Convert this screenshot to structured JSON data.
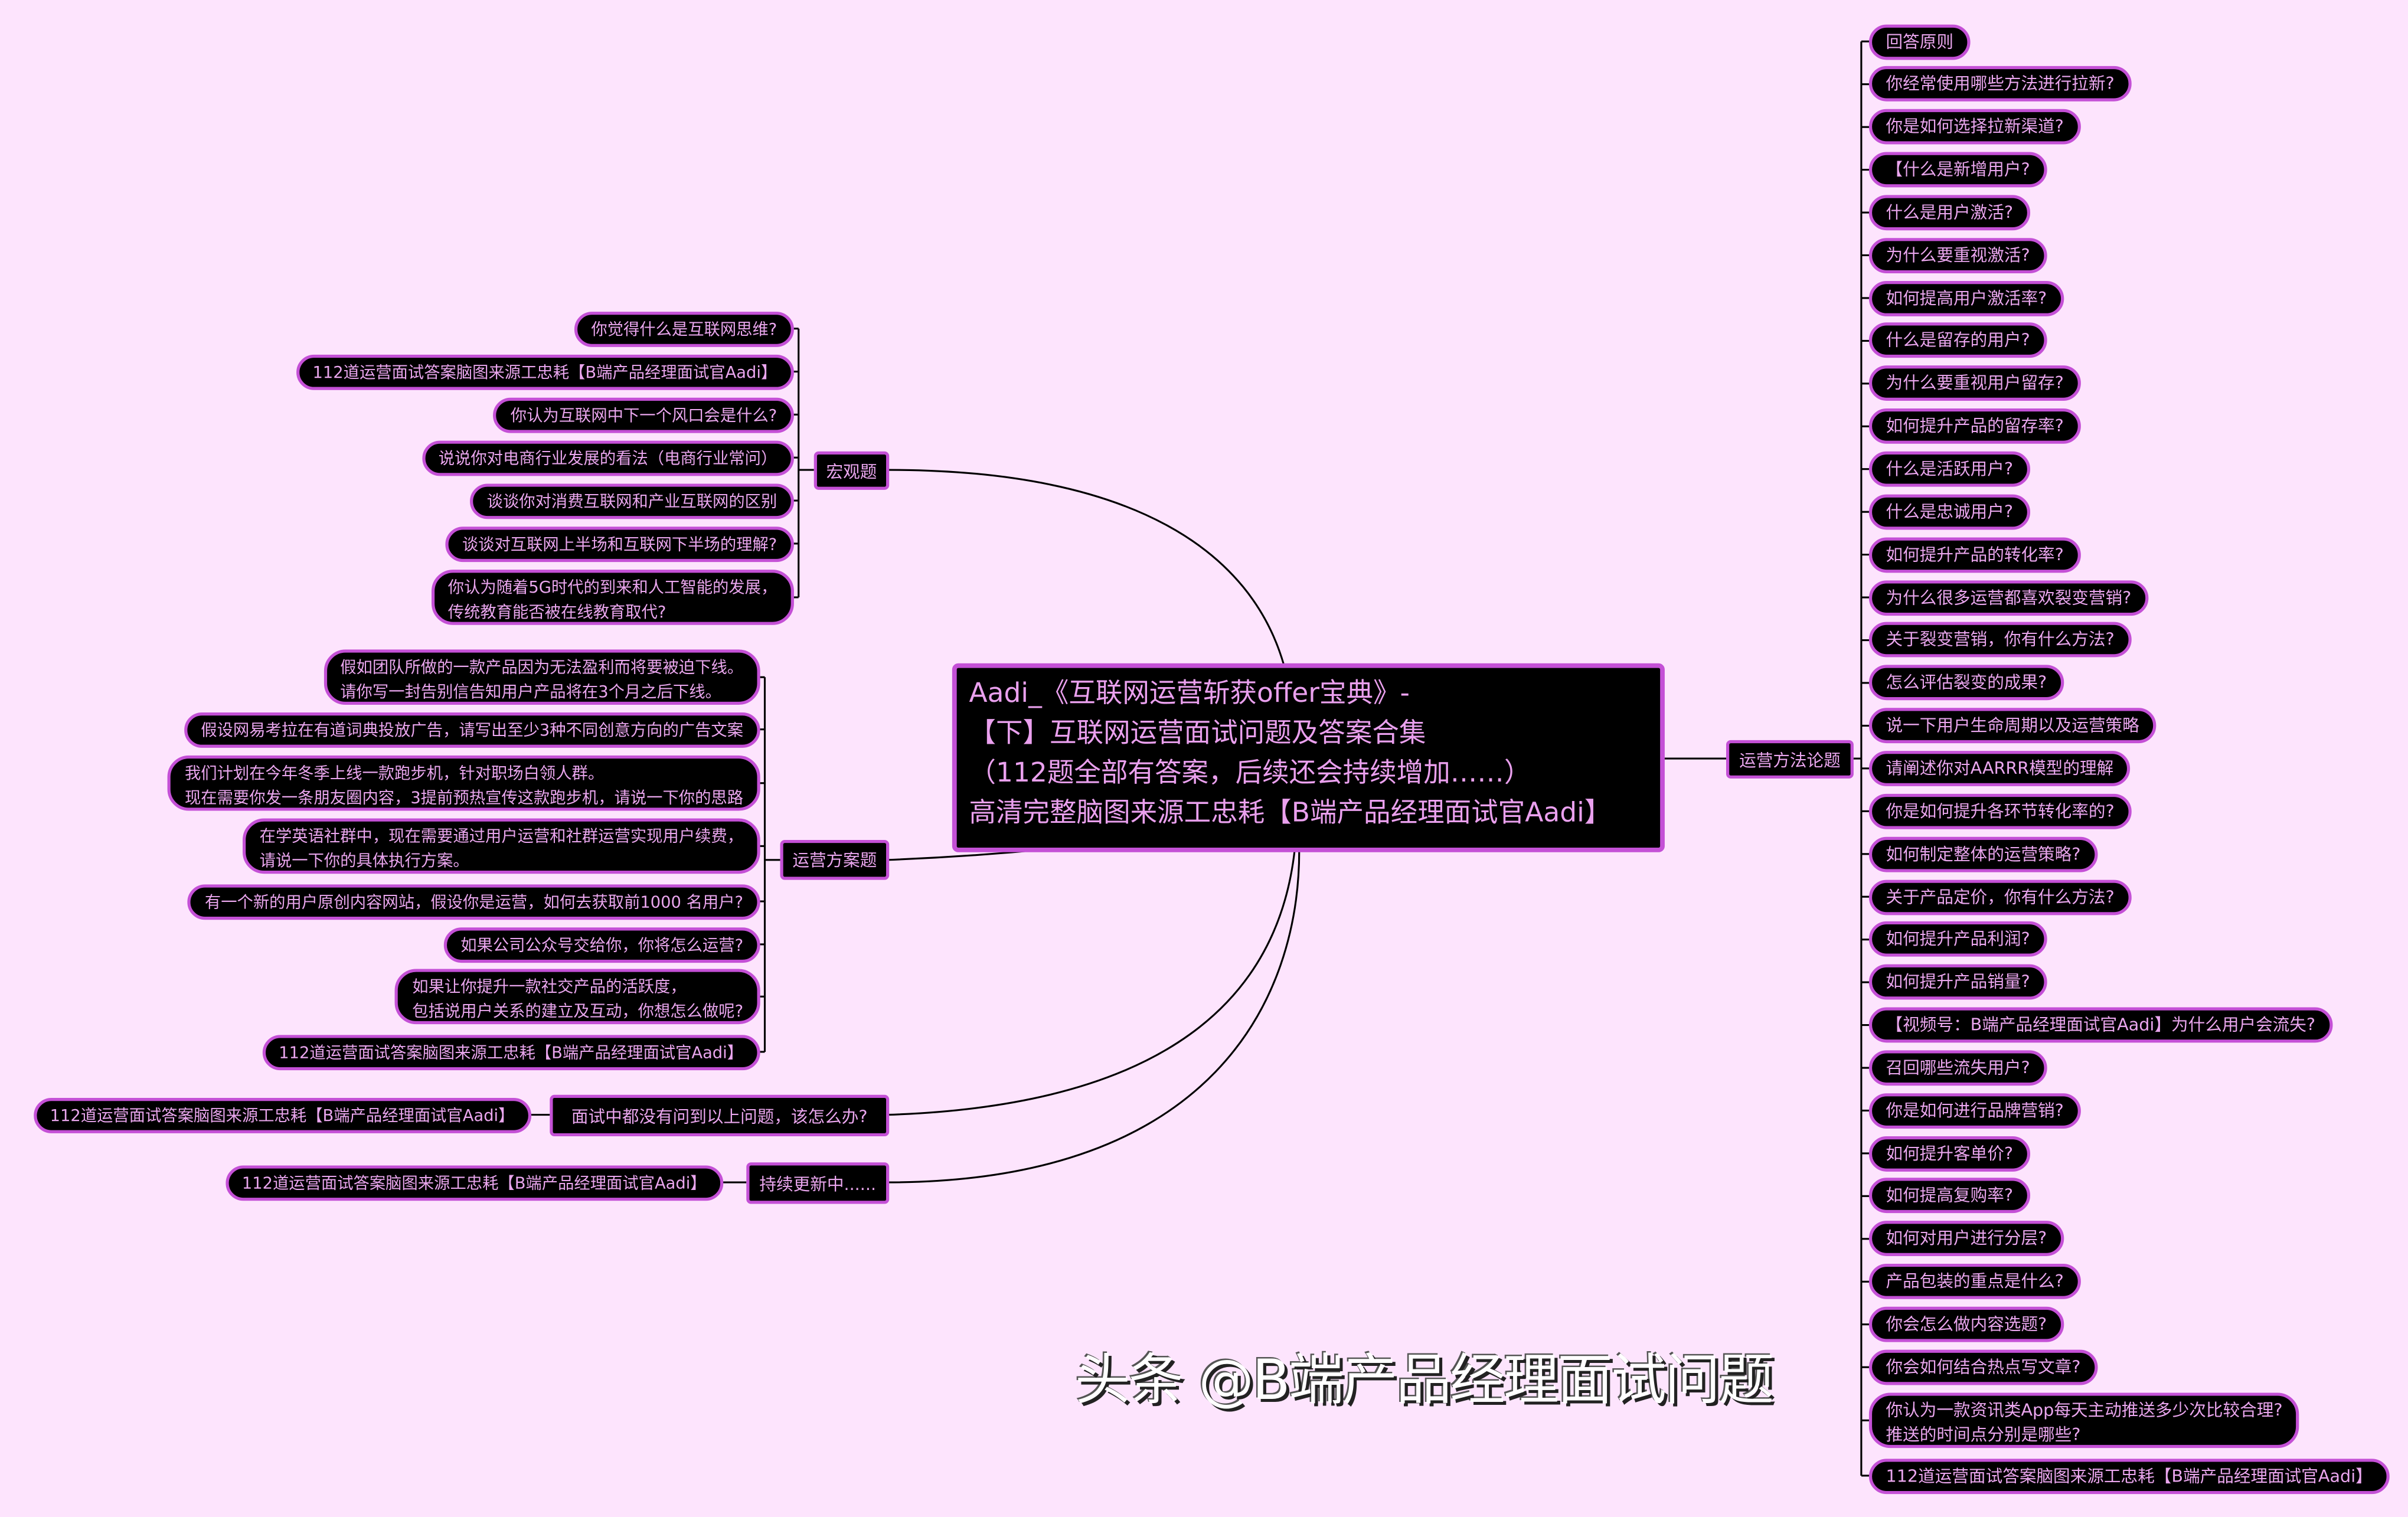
{
  "root": {
    "lines": [
      "Aadi_《互联网运营斩获offer宝典》-",
      "【下】互联网运营面试问题及答案合集",
      "（112题全部有答案，后续还会持续增加……）",
      "高清完整脑图来源工忠耗【B端产品经理面试官Aadi】"
    ]
  },
  "branches": {
    "macro": {
      "label": "宏观题",
      "items": [
        "你觉得什么是互联网思维?",
        "112道运营面试答案脑图来源工忠耗【B端产品经理面试官Aadi】",
        "你认为互联网中下一个风口会是什么?",
        "说说你对电商行业发展的看法（电商行业常问）",
        "谈谈你对消费互联网和产业互联网的区别",
        "谈谈对互联网上半场和互联网下半场的理解?",
        "你认为随着5G时代的到来和人工智能的发展，\n传统教育能否被在线教育取代?"
      ]
    },
    "plan": {
      "label": "运营方案题",
      "items": [
        "假如团队所做的一款产品因为无法盈利而将要被迫下线。\n请你写一封告别信告知用户产品将在3个月之后下线。",
        "假设网易考拉在有道词典投放广告，请写出至少3种不同创意方向的广告文案",
        "我们计划在今年冬季上线一款跑步机，针对职场白领人群。\n现在需要你发一条朋友圈内容，3提前预热宣传这款跑步机，请说一下你的思路",
        "在学英语社群中，现在需要通过用户运营和社群运营实现用户续费，\n请说一下你的具体执行方案。",
        "有一个新的用户原创内容网站，假设你是运营，如何去获取前1000 名用户?",
        "如果公司公众号交给你，你将怎么运营?",
        "如果让你提升一款社交产品的活跃度，\n包括说用户关系的建立及互动，你想怎么做呢?",
        "112道运营面试答案脑图来源工忠耗【B端产品经理面试官Aadi】"
      ]
    },
    "unasked": {
      "label": "面试中都没有问到以上问题，该怎么办?",
      "items": [
        "112道运营面试答案脑图来源工忠耗【B端产品经理面试官Aadi】"
      ]
    },
    "updating": {
      "label": "持续更新中......",
      "items": [
        "112道运营面试答案脑图来源工忠耗【B端产品经理面试官Aadi】"
      ]
    },
    "methods": {
      "label": "运营方法论题",
      "items": [
        "回答原则",
        "你经常使用哪些方法进行拉新?",
        "你是如何选择拉新渠道?",
        "【什么是新增用户?",
        "什么是用户激活?",
        "为什么要重视激活?",
        "如何提高用户激活率?",
        "什么是留存的用户?",
        "为什么要重视用户留存?",
        "如何提升产品的留存率?",
        "什么是活跃用户?",
        "什么是忠诚用户?",
        "如何提升产品的转化率?",
        "为什么很多运营都喜欢裂变营销?",
        "关于裂变营销，你有什么方法?",
        "怎么评估裂变的成果?",
        "说一下用户生命周期以及运营策略",
        "请阐述你对AARRR模型的理解",
        "你是如何提升各环节转化率的?",
        "如何制定整体的运营策略?",
        "关于产品定价，你有什么方法?",
        "如何提升产品利润?",
        "如何提升产品销量?",
        "【视频号：B端产品经理面试官Aadi】为什么用户会流失?",
        "召回哪些流失用户?",
        "你是如何进行品牌营销?",
        "如何提升客单价?",
        "如何提高复购率?",
        "如何对用户进行分层?",
        "产品包装的重点是什么?",
        "你会怎么做内容选题?",
        "你会如何结合热点写文章?",
        "你认为一款资讯类App每天主动推送多少次比较合理?\n推送的时间点分别是哪些?",
        "112道运营面试答案脑图来源工忠耗【B端产品经理面试官Aadi】"
      ]
    }
  },
  "watermark": "头条 @B端产品经理面试问题",
  "colors": {
    "background": "#fde4fd",
    "node_fill": "#000000",
    "node_border": "#c450d6",
    "node_text": "#eaa6ee",
    "connector": "#000000"
  }
}
